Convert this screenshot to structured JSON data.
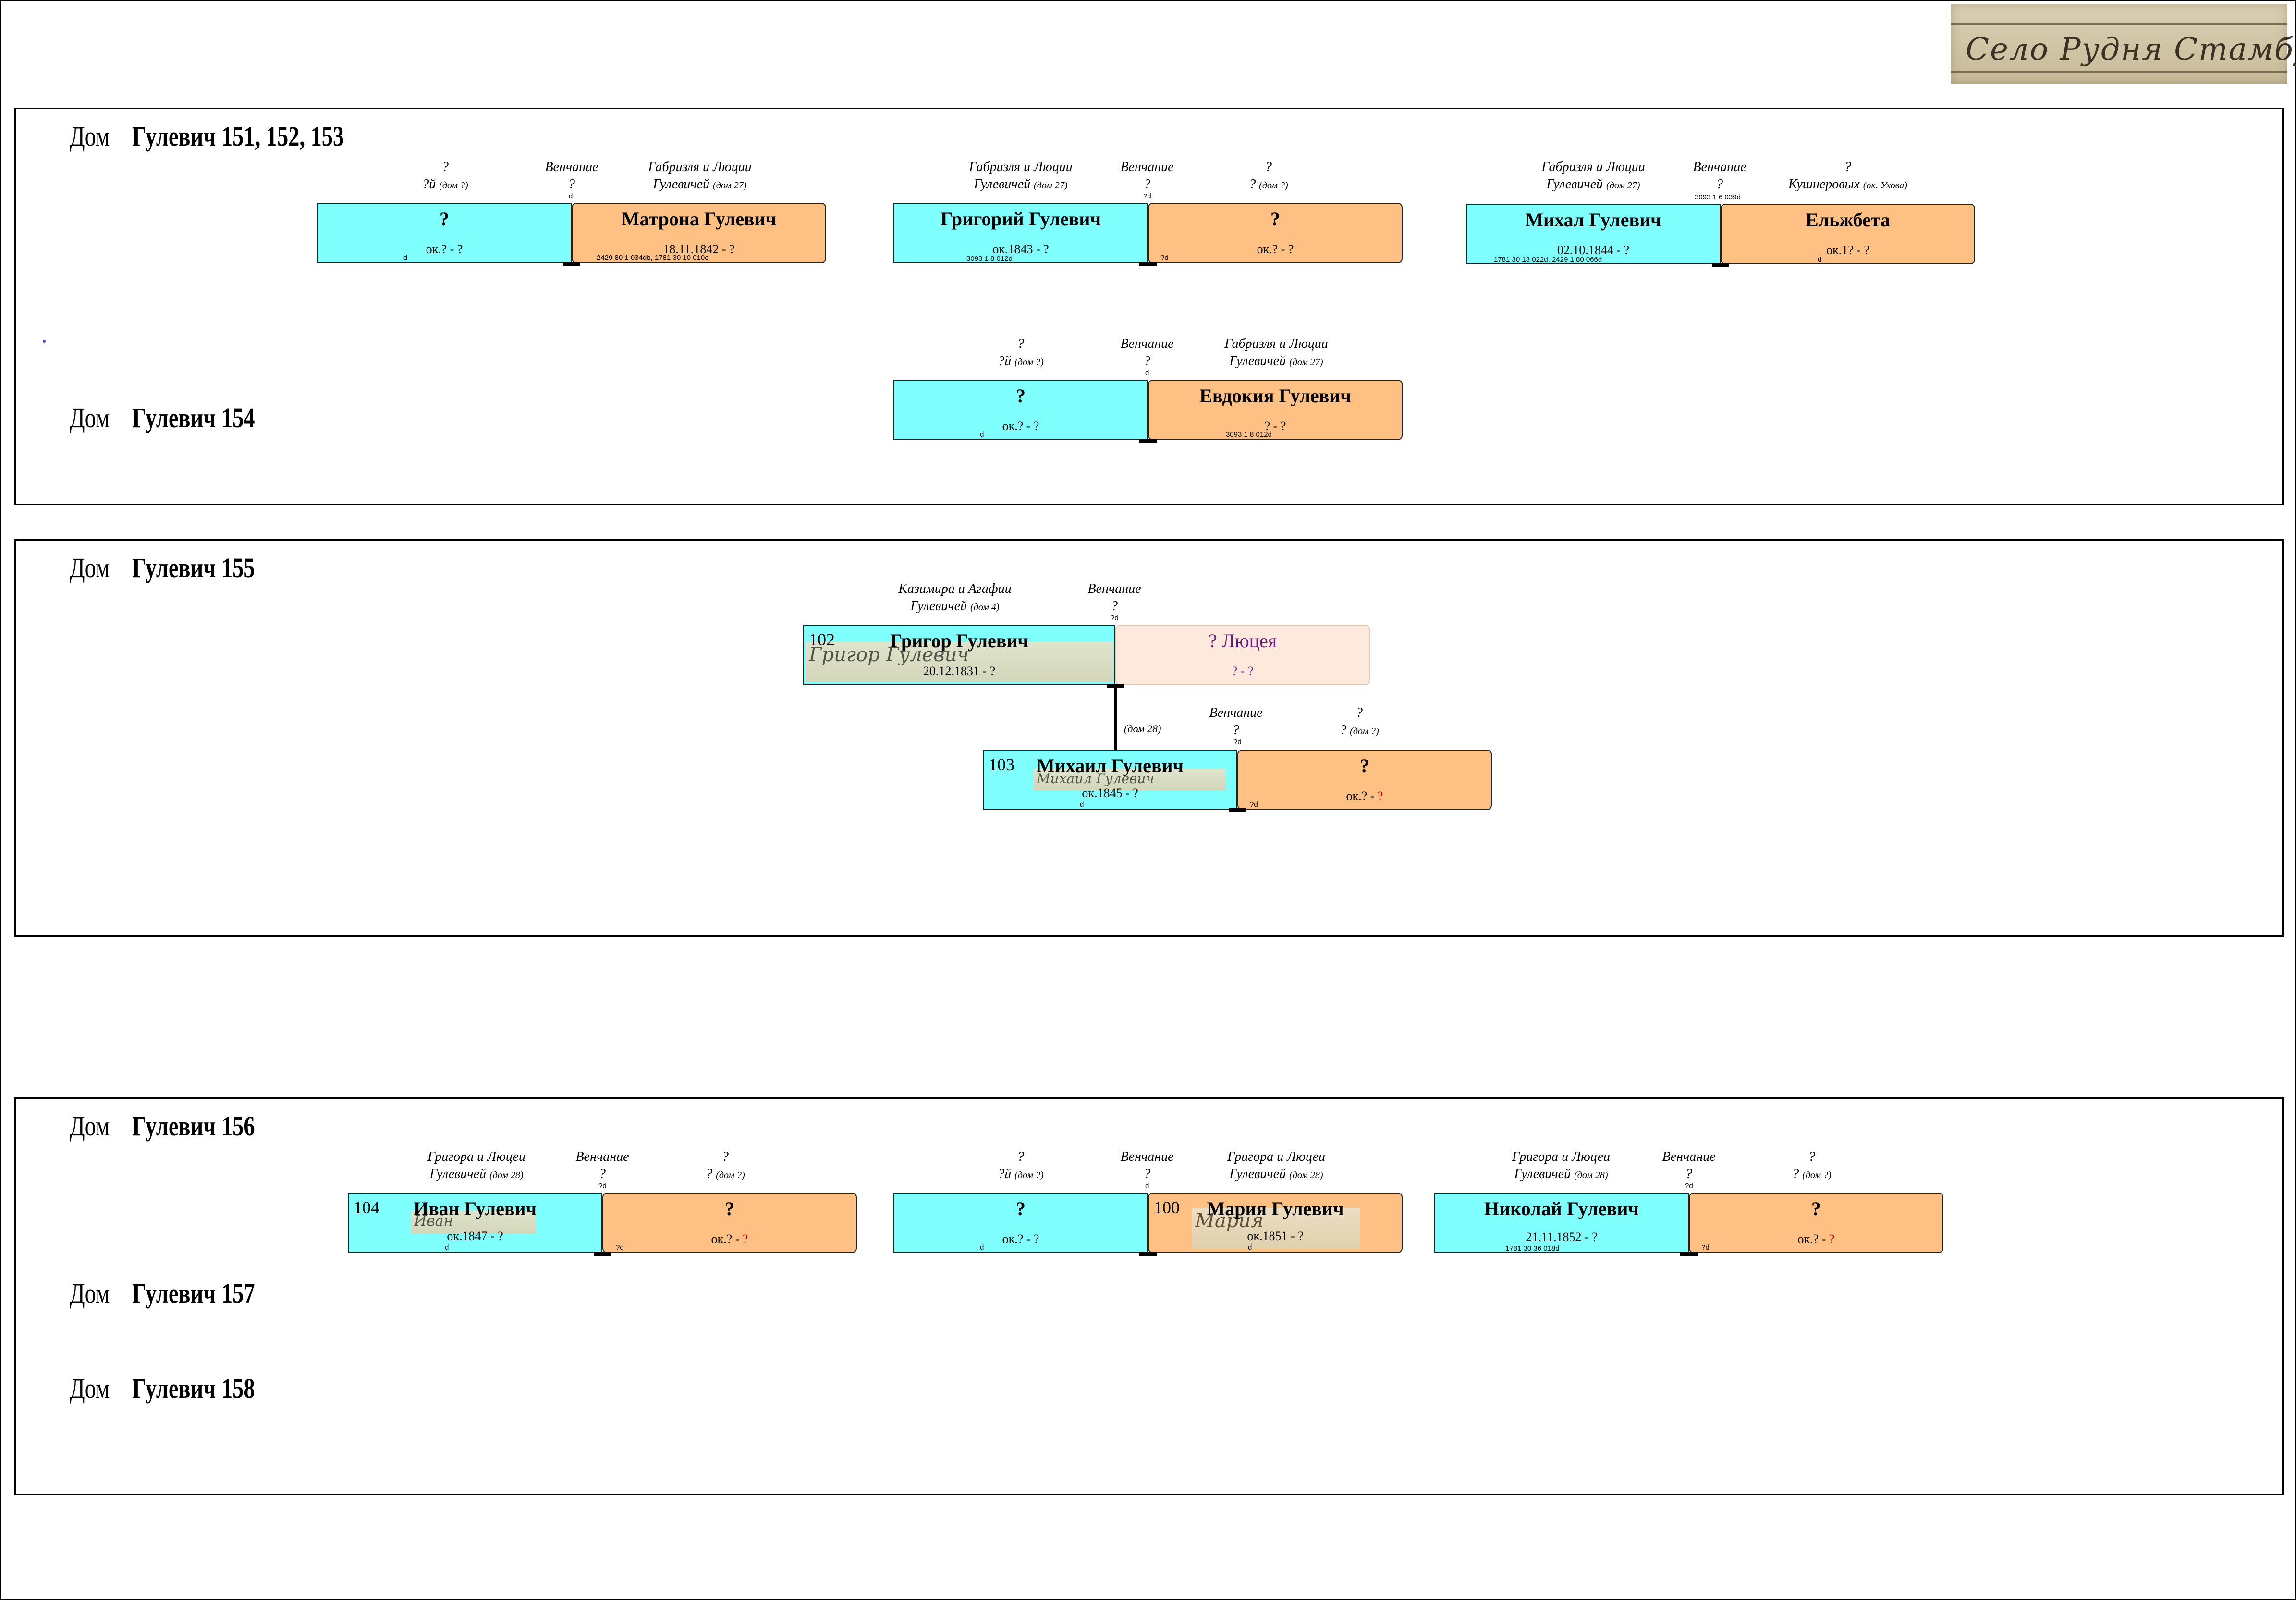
{
  "village": {
    "image_text": "Село Рудня Стамбулька"
  },
  "sections": [
    {
      "houses": [
        {
          "label": "Дом",
          "name": "Гулевич 151, 152, 153"
        },
        {
          "label": "Дом",
          "name": "Гулевич 154"
        }
      ]
    },
    {
      "houses": [
        {
          "label": "Дом",
          "name": "Гулевич 155"
        }
      ]
    },
    {
      "houses": [
        {
          "label": "Дом",
          "name": "Гулевич 156"
        },
        {
          "label": "Дом",
          "name": "Гулевич 157"
        },
        {
          "label": "Дом",
          "name": "Гулевич 158"
        }
      ]
    }
  ],
  "couples": [
    {
      "husband": {
        "name": "?",
        "dates": "ок.? - ?",
        "src": "d",
        "parents": "?",
        "parents_sub": "?й",
        "parents_note": "(дом ?)"
      },
      "wedding": {
        "title": "Венчание",
        "value": "?",
        "src": "d"
      },
      "wife": {
        "name": "Матрона Гулевич",
        "dates": "18.11.1842 - ?",
        "src": "2429 80 1 034db, 1781 30 10 010e",
        "parents": "Габризля и Люции",
        "parents_sub": "Гулевичей",
        "parents_note": "(дом 27)"
      }
    },
    {
      "husband": {
        "name": "Григорий Гулевич",
        "dates": "ок.1843 - ?",
        "src": "3093 1 8 012d",
        "parents": "Габризля и Люции",
        "parents_sub": "Гулевичей",
        "parents_note": "(дом 27)"
      },
      "wedding": {
        "title": "Венчание",
        "value": "?",
        "src": "?d"
      },
      "wife": {
        "name": "?",
        "dates": "ок.? - ?",
        "src": "?d",
        "parents": "?",
        "parents_sub": "?",
        "parents_note": "(дом ?)"
      }
    },
    {
      "husband": {
        "name": "Михал Гулевич",
        "dates": "02.10.1844 - ?",
        "src": "1781 30 13 022d, 2429 1 80 066d",
        "parents": "Габризля и Люции",
        "parents_sub": "Гулевичей",
        "parents_note": "(дом 27)"
      },
      "wedding": {
        "title": "Венчание",
        "value": "?",
        "src": "3093 1 6 039d"
      },
      "wife": {
        "name": "Ельжбета",
        "dates": "ок.1? - ?",
        "src": "d",
        "parents": "?",
        "parents_sub": "Кушнеровых",
        "parents_note": "(ок. Ухова)"
      }
    },
    {
      "husband": {
        "name": "?",
        "dates": "ок.? - ?",
        "src": "d",
        "parents": "?",
        "parents_sub": "?й",
        "parents_note": "(дом ?)"
      },
      "wedding": {
        "title": "Венчание",
        "value": "?",
        "src": "d"
      },
      "wife": {
        "name": "Евдокия Гулевич",
        "dates": "? - ?",
        "src": "3093 1 8 012d",
        "parents": "Габризля и Люции",
        "parents_sub": "Гулевичей",
        "parents_note": "(дом 27)"
      }
    },
    {
      "husband": {
        "num": "102",
        "name": "Григор Гулевич",
        "dates": "20.12.1831 - ?",
        "signature": "Григор Гулевич",
        "parents": "Казимира и Агафии",
        "parents_sub": "Гулевичей",
        "parents_note": "(дом 4)"
      },
      "wedding": {
        "title": "Венчание",
        "value": "?",
        "src": "?d"
      },
      "wife": {
        "name": "? Люцея",
        "dates": "? - ?"
      }
    },
    {
      "child_note": "(дом 28)",
      "husband": {
        "num": "103",
        "name": "Михаил Гулевич",
        "dates": "ок.1845 - ?",
        "src": "d",
        "signature": "Михаил Гулевич"
      },
      "wedding": {
        "title": "Венчание",
        "value": "?",
        "src": "?d"
      },
      "wife": {
        "name": "?",
        "dates_prefix": "ок.? - ",
        "dates_q": "?",
        "src": "?d",
        "parents": "?",
        "parents_sub": "?",
        "parents_note": "(дом ?)"
      }
    },
    {
      "husband": {
        "num": "104",
        "name": "Иван Гулевич",
        "dates": "ок.1847 - ?",
        "src": "d",
        "signature": "Иван",
        "parents": "Григора и Люцеи",
        "parents_sub": "Гулевичей",
        "parents_note": "(дом 28)"
      },
      "wedding": {
        "title": "Венчание",
        "value": "?",
        "src": "?d"
      },
      "wife": {
        "name": "?",
        "dates_prefix": "ок.? - ",
        "dates_q": "?",
        "src": "?d",
        "parents": "?",
        "parents_sub": "?",
        "parents_note": "(дом ?)"
      }
    },
    {
      "husband": {
        "name": "?",
        "dates": "ок.? - ?",
        "src": "d",
        "parents": "?",
        "parents_sub": "?й",
        "parents_note": "(дом ?)"
      },
      "wedding": {
        "title": "Венчание",
        "value": "?",
        "src": "d"
      },
      "wife": {
        "num": "100",
        "name": "Мария Гулевич",
        "dates": "ок.1851 - ?",
        "src": "d",
        "signature": "Мария",
        "parents": "Григора и Люцеи",
        "parents_sub": "Гулевичей",
        "parents_note": "(дом 28)"
      }
    },
    {
      "husband": {
        "name": "Николай Гулевич",
        "dates": "21.11.1852 - ?",
        "src": "1781 30 36 018d",
        "parents": "Григора и Люцеи",
        "parents_sub": "Гулевичей",
        "parents_note": "(дом 28)"
      },
      "wedding": {
        "title": "Венчание",
        "value": "?",
        "src": "?d"
      },
      "wife": {
        "name": "?",
        "dates_prefix": "ок.? - ",
        "dates_q": "?",
        "src": "?d",
        "parents": "?",
        "parents_sub": "?",
        "parents_note": "(дом ?)"
      }
    }
  ],
  "colors": {
    "male": "#80ffff",
    "female": "#ffc183",
    "ghost": "#fdeadc",
    "ghost_text": "#6a1a7a",
    "unknown_red": "#c00000"
  }
}
